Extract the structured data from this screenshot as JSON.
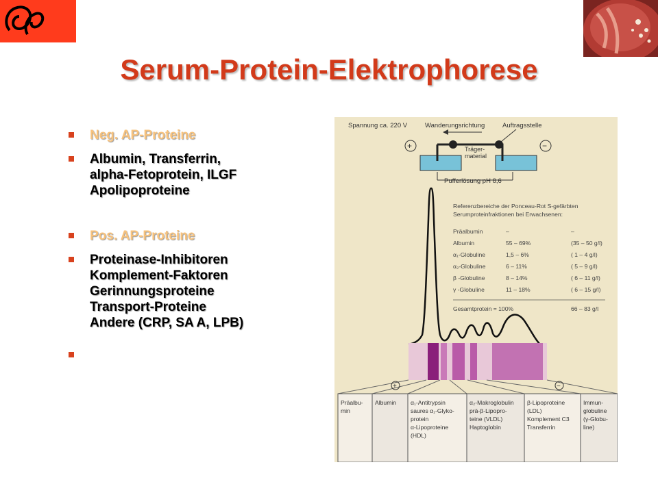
{
  "slide": {
    "title": "Serum-Protein-Elektrophorese",
    "bullets": [
      {
        "lines": [
          "Neg. AP-Proteine"
        ]
      },
      {
        "lines": [
          "Albumin, Transferrin,",
          "alpha-Fetoprotein, ILGF",
          "Apolipoproteine"
        ]
      },
      {
        "lines": [
          "Pos. AP-Proteine"
        ]
      },
      {
        "lines": [
          "Proteinase-Inhibitoren",
          "Komplement-Faktoren",
          "Gerinnungsproteine",
          "Transport-Proteine",
          "Andere (CRP, SA A, LPB)"
        ]
      },
      {
        "lines": [
          ""
        ]
      }
    ]
  },
  "figure": {
    "voltage": "Spannung ca. 220 V",
    "direction": "Wanderungsrichtung",
    "application": "Auftragsstelle",
    "carrier": "Träger-\nmaterial",
    "buffer": "Pufferlösung pH 8,6",
    "plus": "+",
    "minus": "−",
    "ref_title_1": "Referenzbereiche der Ponceau-Rot S-gefärbten",
    "ref_title_2": "Serumproteinfraktionen bei Erwachsenen:",
    "ref_rows": [
      [
        "Präalbumin",
        "–",
        "–"
      ],
      [
        "Albumin",
        "55 – 69%",
        "(35 – 50 g/l)"
      ],
      [
        "α₁-Globuline",
        "1,5 – 6%",
        "( 1 – 4 g/l)"
      ],
      [
        "α₂-Globuline",
        "6 – 11%",
        "( 5 – 9 g/l)"
      ],
      [
        "β -Globuline",
        "8 – 14%",
        "( 6 – 11 g/l)"
      ],
      [
        "γ -Globuline",
        "11 – 18%",
        "( 6 – 15 g/l)"
      ]
    ],
    "total": [
      "Gesamtprotein = 100%",
      "66 – 83 g/l"
    ],
    "fractions": [
      {
        "lines": [
          "Präalbu-",
          "min"
        ]
      },
      {
        "lines": [
          "Albumin"
        ]
      },
      {
        "lines": [
          "α₁-Antitrypsin",
          "saures α₁-Glyko-",
          "protein",
          "α-Lipoproteine",
          "(HDL)"
        ]
      },
      {
        "lines": [
          "α₂-Makroglobulin",
          "prä-β-Lipopro-",
          "teine (VLDL)",
          "Haptoglobin"
        ]
      },
      {
        "lines": [
          "β-Lipoproteine",
          "(LDL)",
          "Komplement C3",
          "Transferrin"
        ]
      },
      {
        "lines": [
          "Immun-",
          "globuline",
          "(γ-Globu-",
          "line)"
        ]
      }
    ]
  }
}
